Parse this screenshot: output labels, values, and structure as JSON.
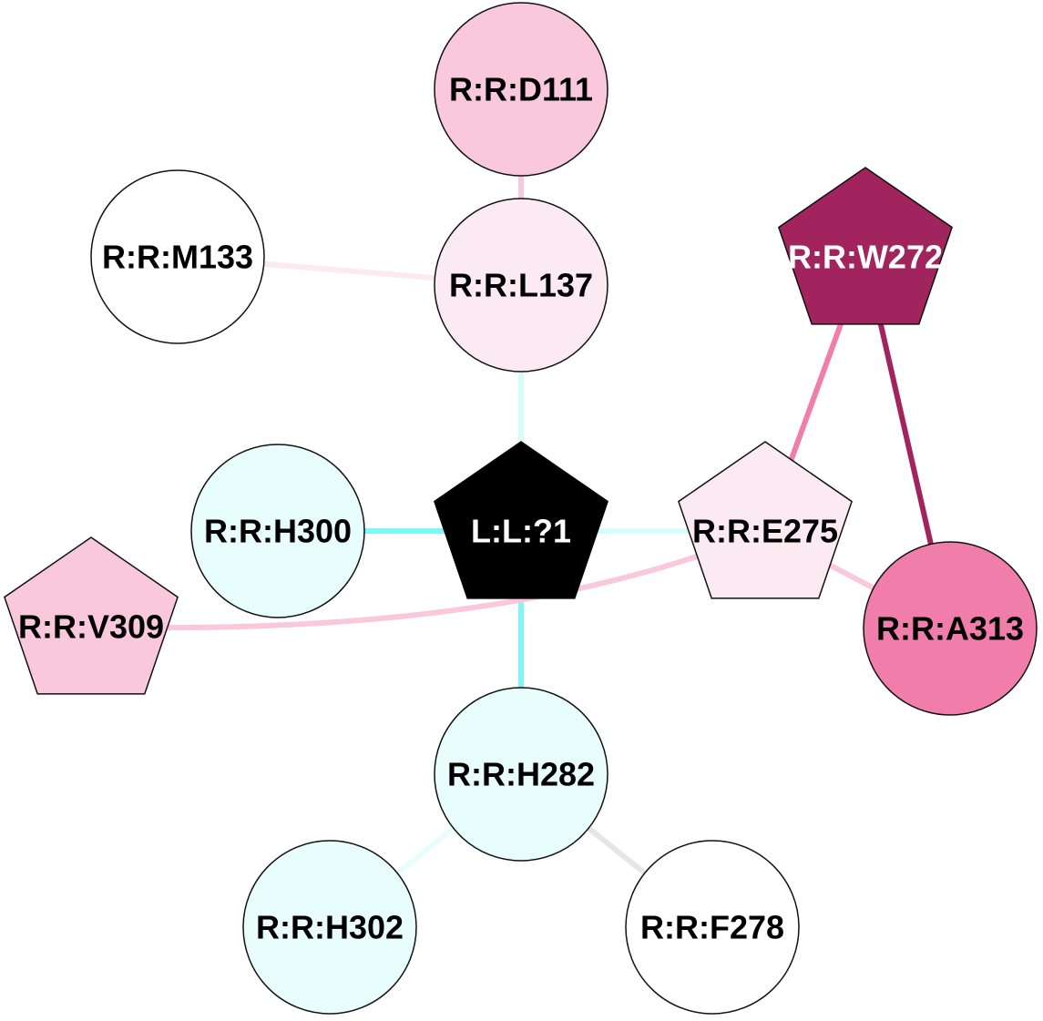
{
  "graph": {
    "nodes": [
      {
        "id": "D111",
        "label": "R:R:D111",
        "shape": "circle",
        "fill": "#f9c8dc",
        "text_color": "#000000"
      },
      {
        "id": "M133",
        "label": "R:R:M133",
        "shape": "circle",
        "fill": "#ffffff",
        "text_color": "#000000"
      },
      {
        "id": "L137",
        "label": "R:R:L137",
        "shape": "circle",
        "fill": "#fbeaf2",
        "text_color": "#000000"
      },
      {
        "id": "W272",
        "label": "R:R:W272",
        "shape": "pentagon",
        "fill": "#a2245e",
        "text_color": "#ffffff"
      },
      {
        "id": "H300",
        "label": "R:R:H300",
        "shape": "circle",
        "fill": "#e8fefd",
        "text_color": "#000000"
      },
      {
        "id": "L1",
        "label": "L:L:?1",
        "shape": "pentagon",
        "fill": "#000000",
        "text_color": "#ffffff"
      },
      {
        "id": "E275",
        "label": "R:R:E275",
        "shape": "pentagon",
        "fill": "#fbeaf2",
        "text_color": "#000000"
      },
      {
        "id": "V309",
        "label": "R:R:V309",
        "shape": "pentagon",
        "fill": "#f9c8dc",
        "text_color": "#000000"
      },
      {
        "id": "A313",
        "label": "R:R:A313",
        "shape": "circle",
        "fill": "#f07daa",
        "text_color": "#000000"
      },
      {
        "id": "H282",
        "label": "R:R:H282",
        "shape": "circle",
        "fill": "#e8fefd",
        "text_color": "#000000"
      },
      {
        "id": "H302",
        "label": "R:R:H302",
        "shape": "circle",
        "fill": "#e8fefd",
        "text_color": "#000000"
      },
      {
        "id": "F278",
        "label": "R:R:F278",
        "shape": "circle",
        "fill": "#ffffff",
        "text_color": "#000000"
      }
    ],
    "edges": [
      {
        "source": "D111",
        "target": "L137",
        "color": "#f9c8dc"
      },
      {
        "source": "M133",
        "target": "L137",
        "color": "#fbeaf2"
      },
      {
        "source": "L137",
        "target": "L1",
        "color": "#d6fcfc"
      },
      {
        "source": "H300",
        "target": "L1",
        "color": "#80f7f7"
      },
      {
        "source": "L1",
        "target": "E275",
        "color": "#d6fcfc"
      },
      {
        "source": "L1",
        "target": "H282",
        "color": "#80f7f7"
      },
      {
        "source": "W272",
        "target": "E275",
        "color": "#f07daa"
      },
      {
        "source": "W272",
        "target": "A313",
        "color": "#a2245e"
      },
      {
        "source": "E275",
        "target": "A313",
        "color": "#f9c8dc"
      },
      {
        "source": "E275",
        "target": "V309",
        "color": "#f9c8dc",
        "curved": true
      },
      {
        "source": "H282",
        "target": "H302",
        "color": "#e8fefd"
      },
      {
        "source": "H282",
        "target": "F278",
        "color": "#e6e6e6"
      }
    ]
  }
}
